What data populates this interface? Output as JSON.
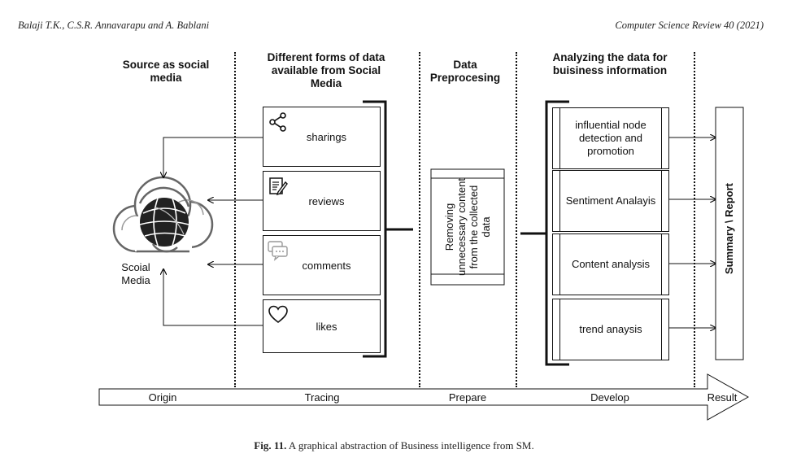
{
  "header": {
    "authors": "Balaji T.K., C.S.R. Annavarapu and A. Bablani",
    "journal": "Computer Science Review 40 (2021)"
  },
  "columns": {
    "source": "Source as social media",
    "forms": "Different forms of data available from Social Media",
    "preprocessing": "Data Preprocesing",
    "analyzing": "Analyzing the data for buisiness information"
  },
  "social_media_label": "Scoial Media",
  "sources": [
    {
      "label": "sharings",
      "icon": "share-icon"
    },
    {
      "label": "reviews",
      "icon": "document-edit-icon"
    },
    {
      "label": "comments",
      "icon": "chat-bubbles-icon"
    },
    {
      "label": "likes",
      "icon": "heart-icon"
    }
  ],
  "preprocess_text": "Removing unnecessary content from the collected data",
  "develop_items": [
    "influential node detection and promotion",
    "Sentiment Analayis",
    "Content analysis",
    "trend anaysis"
  ],
  "report_label": "Summary \\ Report",
  "stages": [
    "Origin",
    "Tracing",
    "Prepare",
    "Develop",
    "Result"
  ],
  "caption": {
    "label": "Fig. 11.",
    "text": "A graphical abstraction of Business intelligence from SM."
  }
}
